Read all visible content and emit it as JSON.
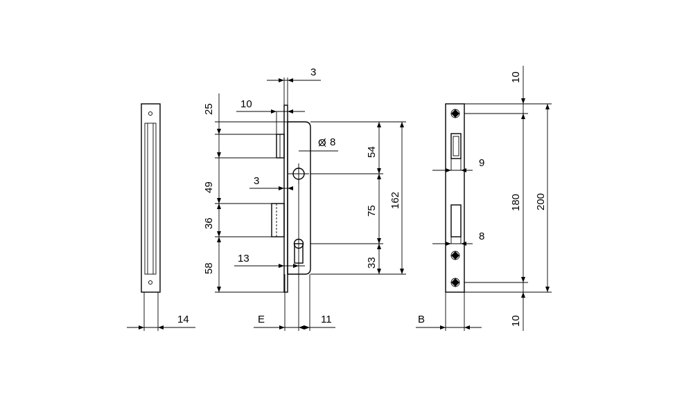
{
  "side_view": {
    "width_dim": "14"
  },
  "front_view": {
    "dims_left": [
      "25",
      "49",
      "36",
      "58"
    ],
    "backset_top": "3",
    "latch_depth": "10",
    "bolt_offset": "3",
    "cylinder_offset": "13",
    "spindle": "8",
    "spindle_symbol": "Ø",
    "dims_right_inner": [
      "54",
      "75",
      "33"
    ],
    "dim_right_outer": "162",
    "bottom_left": "E",
    "bottom_right": "11"
  },
  "faceplate_view": {
    "top_offset": "10",
    "bottom_offset": "10",
    "latch_width": "9",
    "bolt_width": "8",
    "inner_height": "180",
    "outer_height": "200",
    "width_label": "B"
  }
}
